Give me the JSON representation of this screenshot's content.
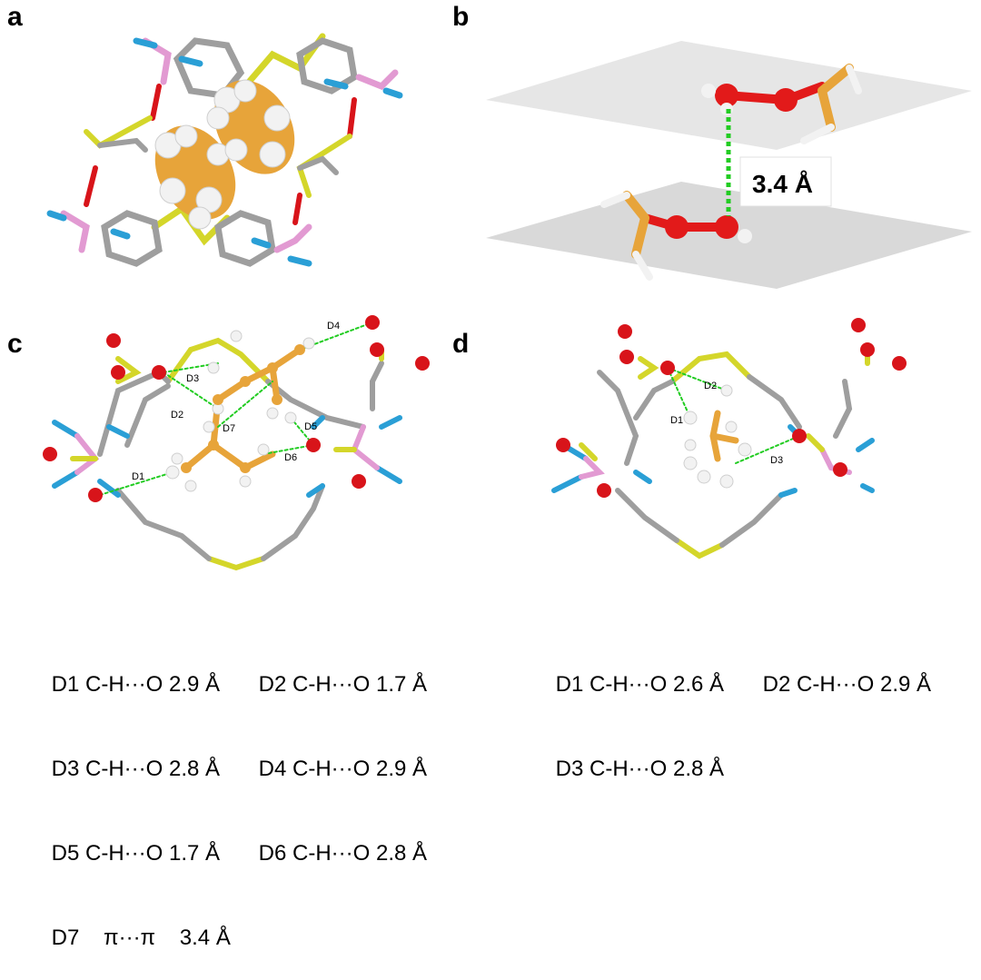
{
  "panels": {
    "a": {
      "label": "a"
    },
    "b": {
      "label": "b",
      "distance": "3.4 Å"
    },
    "c": {
      "label": "c",
      "bond_labels": [
        "D1",
        "D2",
        "D3",
        "D4",
        "D5",
        "D6",
        "D7"
      ]
    },
    "d": {
      "label": "d",
      "bond_labels": [
        "D1",
        "D2",
        "D3"
      ]
    }
  },
  "legend_c": [
    [
      "D1 C-H···O 2.9 Å",
      "D2 C-H···O 1.7 Å"
    ],
    [
      "D3 C-H···O 2.8 Å",
      "D4 C-H···O 2.9 Å"
    ],
    [
      "D5 C-H···O 1.7 Å",
      "D6 C-H···O 2.8 Å"
    ],
    [
      "D7    π···π    3.4 Å"
    ]
  ],
  "legend_d": [
    [
      "D1 C-H···O 2.6 Å",
      "D2 C-H···O 2.9 Å"
    ],
    [
      "D3 C-H···O 2.8 Å"
    ]
  ],
  "colors": {
    "carbon": "#9e9e9e",
    "nitrogen": "#2a9fd6",
    "oxygen": "#d8141a",
    "sulfur": "#d4d62a",
    "metal": "#e29ad2",
    "guest": "#e7a43a",
    "hydrogen": "#f2f2f2",
    "hbond": "#22cc22"
  }
}
